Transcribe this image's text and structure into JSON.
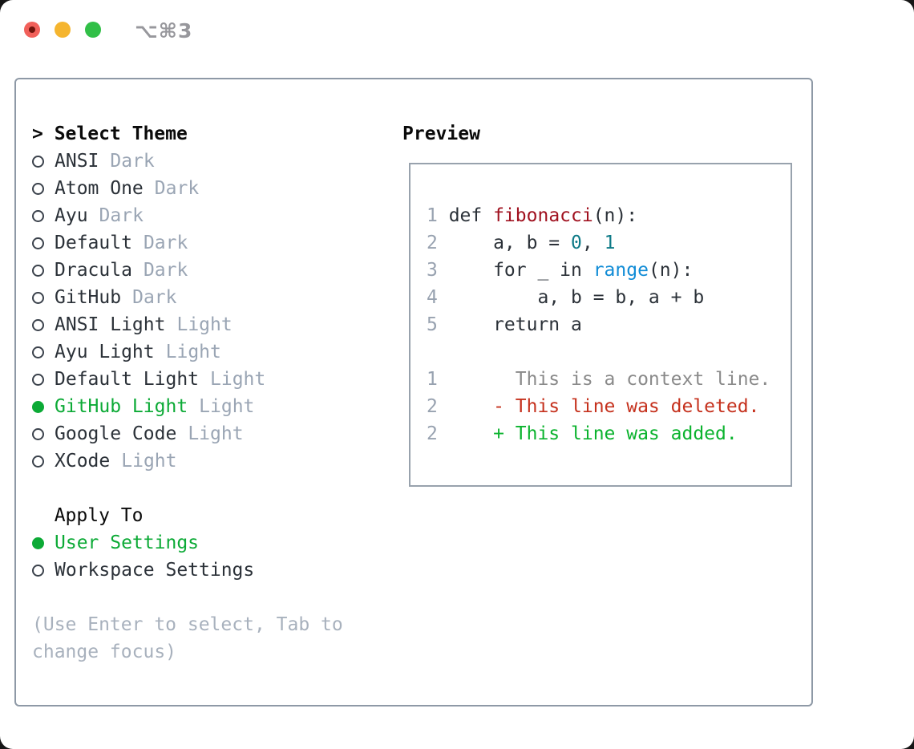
{
  "window": {
    "shortcut_label": "⌥⌘3",
    "traffic_lights": [
      "close",
      "minimize",
      "zoom"
    ]
  },
  "palette": {
    "selected_green": "#0caa36",
    "added_green": "#0bb32e",
    "deleted_red": "#c5311d",
    "function_red": "#a0111f",
    "number_teal": "#0e7a87",
    "builtin_blue": "#118cd6",
    "line_number_gray": "#98a2b0",
    "tag_gray": "#9aa5b4",
    "hint_gray": "#a8b1bd",
    "text_dark": "#2b3138",
    "panel_border": "#8e99a6",
    "traffic_red": "#f1605a",
    "traffic_yellow": "#f5b52f",
    "traffic_green": "#31bf47"
  },
  "sidebar": {
    "title_prefix": ">",
    "title": "Select Theme",
    "themes": [
      {
        "name": "ANSI",
        "tag": "Dark",
        "state": ""
      },
      {
        "name": "Atom One",
        "tag": "Dark",
        "state": ""
      },
      {
        "name": "Ayu",
        "tag": "Dark",
        "state": ""
      },
      {
        "name": "Default",
        "tag": "Dark",
        "state": ""
      },
      {
        "name": "Dracula",
        "tag": "Dark",
        "state": ""
      },
      {
        "name": "GitHub",
        "tag": "Dark",
        "state": ""
      },
      {
        "name": "ANSI Light",
        "tag": "Light",
        "state": ""
      },
      {
        "name": "Ayu Light",
        "tag": "Light",
        "state": ""
      },
      {
        "name": "Default Light",
        "tag": "Light",
        "state": ""
      },
      {
        "name": "GitHub Light",
        "tag": "Light",
        "state": "selected"
      },
      {
        "name": "Google Code",
        "tag": "Light",
        "state": ""
      },
      {
        "name": "XCode",
        "tag": "Light",
        "state": ""
      }
    ],
    "apply_to": {
      "label": "Apply To",
      "options": [
        {
          "name": "User Settings",
          "state": "selected"
        },
        {
          "name": "Workspace Settings",
          "state": ""
        }
      ]
    },
    "hint": "(Use Enter to select, Tab to change focus)"
  },
  "preview": {
    "title": "Preview",
    "lines": [
      {
        "num": "1",
        "segs": [
          {
            "text": "def ",
            "type": "p"
          },
          {
            "text": "fibonacci",
            "type": "red"
          },
          {
            "text": "(n):",
            "type": "p"
          }
        ]
      },
      {
        "num": "2",
        "segs": [
          {
            "text": "    a, b = ",
            "type": "p"
          },
          {
            "text": "0",
            "type": "teal"
          },
          {
            "text": ", ",
            "type": "p"
          },
          {
            "text": "1",
            "type": "teal"
          }
        ]
      },
      {
        "num": "3",
        "segs": [
          {
            "text": "    for _ in ",
            "type": "p"
          },
          {
            "text": "range",
            "type": "blue"
          },
          {
            "text": "(n):",
            "type": "p"
          }
        ]
      },
      {
        "num": "4",
        "segs": [
          {
            "text": "        a, b = b, a + b",
            "type": "p"
          }
        ]
      },
      {
        "num": "5",
        "segs": [
          {
            "text": "    return a",
            "type": "p"
          }
        ]
      },
      {
        "num": "",
        "segs": [
          {
            "text": "",
            "type": "p"
          }
        ]
      },
      {
        "num": "1",
        "segs": [
          {
            "text": "      This is a context line.",
            "type": "ctx"
          }
        ]
      },
      {
        "num": "2",
        "segs": [
          {
            "text": "    - This line was deleted.",
            "type": "del"
          }
        ]
      },
      {
        "num": "2",
        "segs": [
          {
            "text": "    + This line was added.",
            "type": "add"
          }
        ]
      }
    ]
  }
}
